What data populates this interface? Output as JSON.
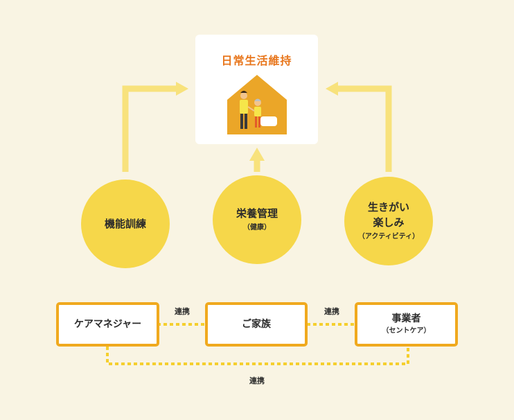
{
  "goal": {
    "title": "日常生活維持",
    "illustration": "house-family-icon"
  },
  "pillars": [
    {
      "label": "機能訓練",
      "sub": ""
    },
    {
      "label": "栄養管理",
      "sub": "（健康）"
    },
    {
      "label": "生きがい\n楽しみ",
      "sub": "（アクティビティ）"
    }
  ],
  "stakeholders": [
    {
      "label": "ケアマネジャー",
      "sub": ""
    },
    {
      "label": "ご家族",
      "sub": ""
    },
    {
      "label": "事業者",
      "sub": "（セントケア）"
    }
  ],
  "links": [
    {
      "label": "連携"
    },
    {
      "label": "連携"
    },
    {
      "label": "連携"
    }
  ],
  "colors": {
    "background": "#f9f4e3",
    "arrow": "#f8e27c",
    "circle": "#f6d74a",
    "box_border": "#f0a91e",
    "dotted_line": "#f5cf2e",
    "house": "#eba628",
    "title": "#e8761c"
  }
}
